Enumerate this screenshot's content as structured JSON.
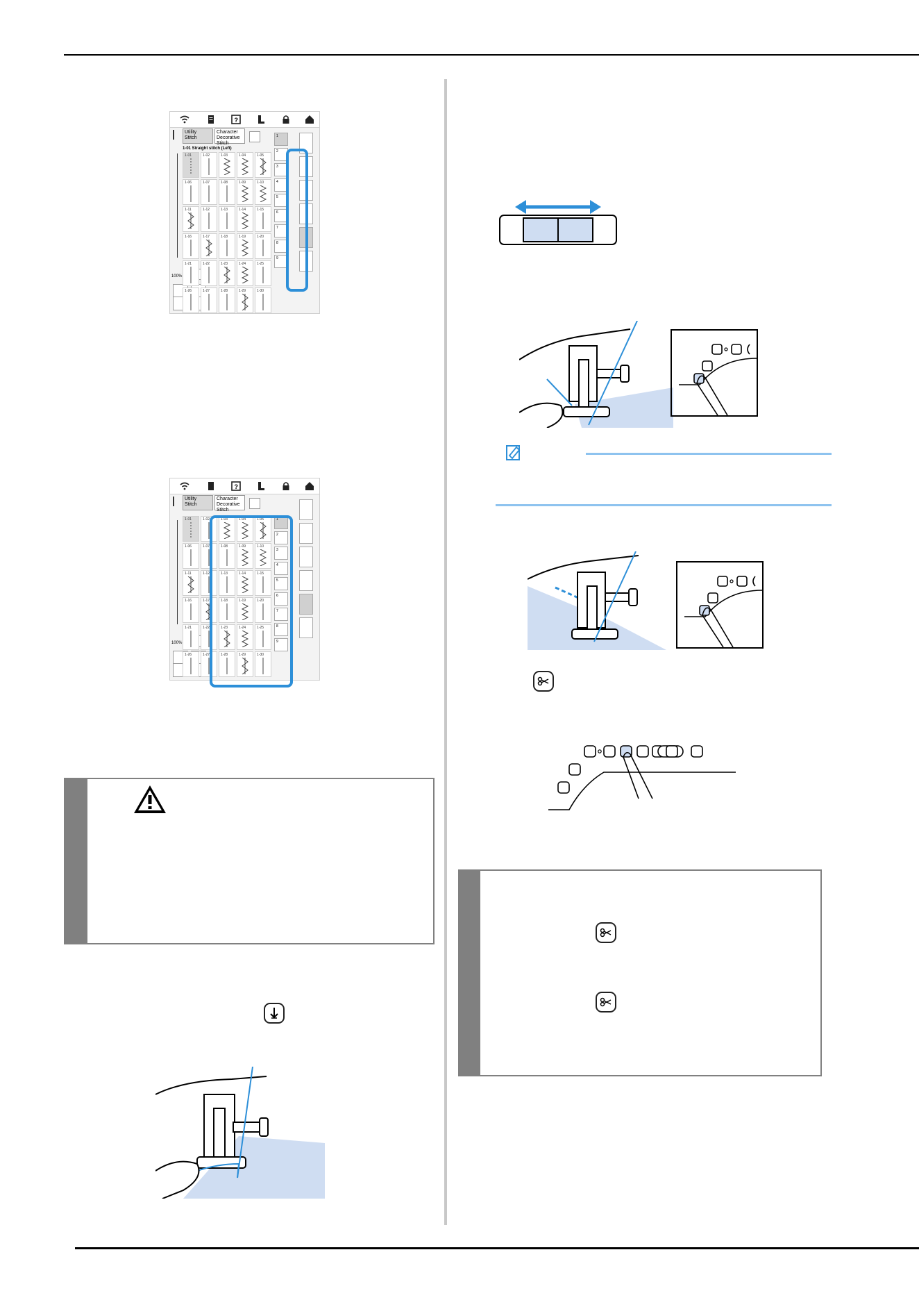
{
  "lcd": {
    "tab_utility": "Utility\nStitch",
    "tab_character": "Character\nDecorative\nStitch",
    "stitch_title": "1-01  Straight stitch (Left)",
    "zoom": "100%",
    "stitch_numbers": [
      "1-01",
      "1-02",
      "1-03",
      "1-04",
      "1-05",
      "1-06",
      "1-07",
      "1-08",
      "1-09",
      "1-10",
      "1-11",
      "1-12",
      "1-13",
      "1-14",
      "1-15",
      "1-16",
      "1-17",
      "1-18",
      "1-19",
      "1-20",
      "1-21",
      "1-22",
      "1-23",
      "1-24",
      "1-25",
      "1-26",
      "1-27",
      "1-28",
      "1-29",
      "1-30"
    ],
    "category_numbers": [
      "1",
      "2",
      "3",
      "4",
      "5",
      "6",
      "7",
      "8",
      "9"
    ]
  },
  "colors": {
    "highlight": "#2d8fd8",
    "fabric": "#cfddf2",
    "memo": "#8ec3ef",
    "panel_grey": "#808080"
  },
  "icons": [
    "wifi-icon",
    "page-icon",
    "help-icon",
    "presser-foot-icon",
    "lock-icon",
    "home-icon",
    "thread-cutter-icon",
    "needle-position-icon",
    "warning-icon",
    "memo-icon"
  ]
}
